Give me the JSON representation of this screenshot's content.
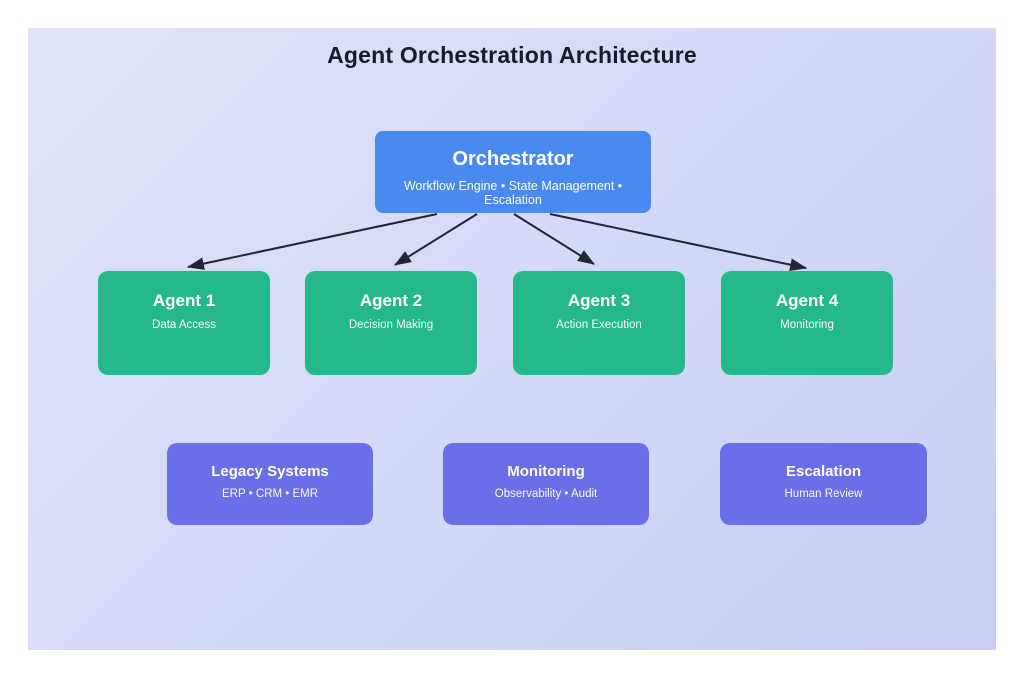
{
  "title": "Agent Orchestration Architecture",
  "orchestrator": {
    "title": "Orchestrator",
    "subtitle": "Workflow Engine • State Management • Escalation"
  },
  "agents": [
    {
      "title": "Agent 1",
      "subtitle": "Data Access"
    },
    {
      "title": "Agent 2",
      "subtitle": "Decision Making"
    },
    {
      "title": "Agent 3",
      "subtitle": "Action Execution"
    },
    {
      "title": "Agent 4",
      "subtitle": "Monitoring"
    }
  ],
  "systems": [
    {
      "title": "Legacy Systems",
      "subtitle": "ERP • CRM • EMR"
    },
    {
      "title": "Monitoring",
      "subtitle": "Observability • Audit"
    },
    {
      "title": "Escalation",
      "subtitle": "Human Review"
    }
  ],
  "edges": [
    {
      "from": "Orchestrator",
      "to": "Agent 1"
    },
    {
      "from": "Orchestrator",
      "to": "Agent 2"
    },
    {
      "from": "Orchestrator",
      "to": "Agent 3"
    },
    {
      "from": "Orchestrator",
      "to": "Agent 4"
    }
  ],
  "colors": {
    "orchestrator_blue": "#4a8af0",
    "agent_green": "#23b98c",
    "system_purple": "#6a6fe8",
    "arrow_color": "#1f2735",
    "title_color": "#151c2e",
    "panel_grad_start": "#dfe3fa",
    "panel_grad_end": "#c7cff5",
    "page_bg": "#ffffff"
  }
}
